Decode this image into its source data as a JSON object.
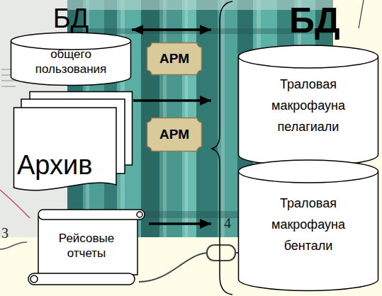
{
  "diagram": {
    "nodes": [
      {
        "text": [
          "БД",
          "общего пользования"
        ]
      },
      {
        "text": [
          "АРМ"
        ]
      },
      {
        "text": [
          "Архив"
        ]
      },
      {
        "text": [
          "АРМ"
        ]
      },
      {
        "text": [
          "Рейсовые отчеты"
        ]
      },
      {
        "text": [
          "БД"
        ]
      },
      {
        "text": [
          "Траловая макрофауна пелагиали"
        ],
        "in": 5
      },
      {
        "text": [
          "Траловая макрофауна бентали"
        ],
        "in": 5
      }
    ],
    "edges": [
      {
        "from": 0,
        "to": 5,
        "arrow": "both"
      },
      {
        "from": 2,
        "to": 5,
        "arrow": "to"
      },
      {
        "from": 4,
        "to": 5,
        "arrow": "to"
      }
    ],
    "labels": [
      "3",
      "4"
    ]
  }
}
